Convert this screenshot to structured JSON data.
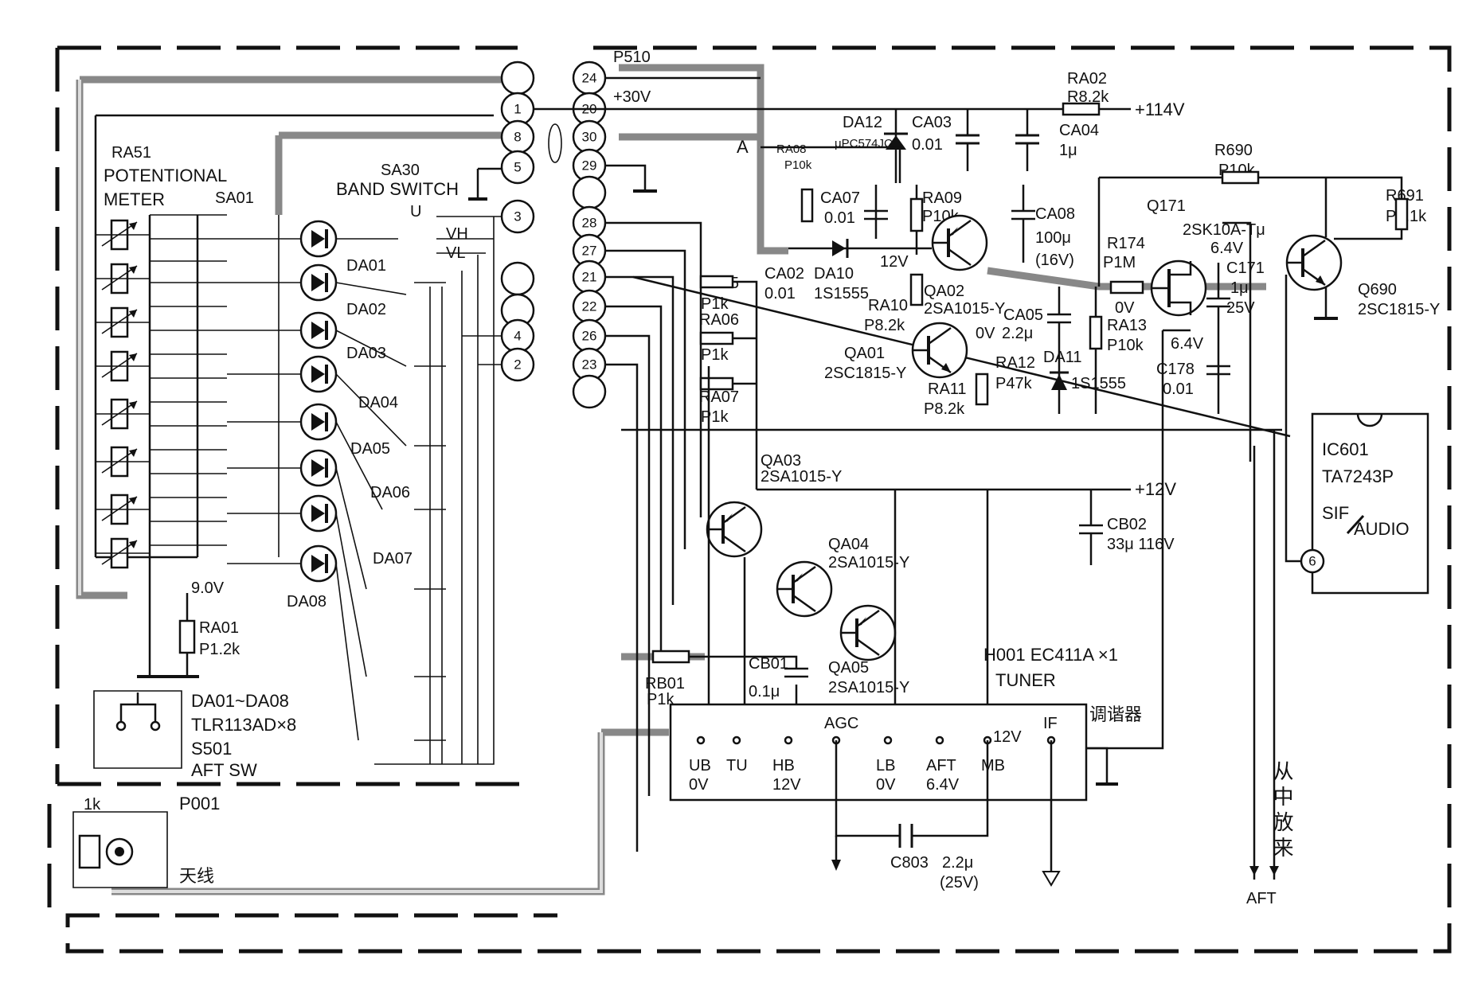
{
  "connector": {
    "name": "P510",
    "v30": "+30V",
    "pins_left": [
      "1",
      "8",
      "5",
      "3",
      "4",
      "2"
    ],
    "pins_right": [
      "24",
      "20",
      "30",
      "29",
      "28",
      "27",
      "21",
      "22",
      "26",
      "23"
    ]
  },
  "potentiometer": {
    "ref": "RA51",
    "line1": "POTENTIONAL",
    "line2": "METER"
  },
  "selector": {
    "ref": "SA01"
  },
  "band_switch": {
    "ref": "SA30",
    "label": "BAND SWITCH",
    "u": "U",
    "vh": "VH",
    "vl": "VL"
  },
  "leds": [
    "DA01",
    "DA02",
    "DA03",
    "DA04",
    "DA05",
    "DA06",
    "DA07",
    "DA08"
  ],
  "led_note": {
    "range": "DA01~DA08",
    "part": "TLR113AD×8"
  },
  "ra01": {
    "ref": "RA01",
    "value": "P1.2k",
    "voltage": "9.0V"
  },
  "aft_switch": {
    "ref": "S501",
    "label": "AFT SW"
  },
  "antenna": {
    "ref": "P001",
    "r": "1k",
    "label": "天线"
  },
  "supply": {
    "ra02_ref": "RA02",
    "ra02_val": "R8.2k",
    "v114": "+114V",
    "da12_ref": "DA12",
    "da12_part": "μPC574JC",
    "ca03_ref": "CA03",
    "ca03_val": "0.01",
    "ca04_ref": "CA04",
    "ca04_val": "1μ",
    "point_a": "A"
  },
  "vt": {
    "ra08_ref": "RA08",
    "ra08_val": "P10k",
    "ca07_ref": "CA07",
    "ca07_val": "0.01",
    "ra09_ref": "RA09",
    "ra09_val": "P10k",
    "ca08_ref": "CA08",
    "ca08_val": "100μ",
    "ca08_v": "(16V)",
    "v12": "12V",
    "ca02_ref": "CA02",
    "ca02_val": "0.01",
    "da10_ref": "DA10",
    "da10_part": "1S1555",
    "qa02_ref": "QA02",
    "qa02_part": "2SA1015-Y",
    "ra10_ref": "RA10",
    "ra10_val": "P8.2k",
    "qa01_ref": "QA01",
    "qa01_part": "2SC1815-Y",
    "ca05_ref": "CA05",
    "ca05_val": "2.2μ",
    "v0": "0V",
    "ra12_ref": "RA12",
    "ra12_val": "P47k",
    "ra11_ref": "RA11",
    "ra11_val": "P8.2k",
    "da11_ref": "DA11",
    "da11_part": "1S1555",
    "ra13_ref": "RA13",
    "ra13_val": "P10k"
  },
  "band_drivers": {
    "ra05_ref": "RA05",
    "ra05_val": "P1k",
    "ra06_ref": "RA06",
    "ra06_val": "P1k",
    "ra07_ref": "RA07",
    "ra07_val": "P1k",
    "qa03_ref": "QA03",
    "qa03_part": "2SA1015-Y",
    "qa04_ref": "QA04",
    "qa04_part": "2SA1015-Y",
    "qa05_ref": "QA05",
    "qa05_part": "2SA1015-Y",
    "v12": "+12V",
    "cb02_ref": "CB02",
    "cb02_val": "33μ 116V",
    "rb01_ref": "RB01",
    "rb01_val": "P1k",
    "cb01_ref": "CB01",
    "cb01_val": "0.1μ"
  },
  "aft_amp": {
    "r690_ref": "R690",
    "r690_val": "P10k",
    "q171_ref": "Q171",
    "q171_part": "2SK10A-Tμ",
    "q171_v": "6.4V",
    "r174_ref": "R174",
    "r174_val": "P1M",
    "v0": "0V",
    "c171_ref": "C171",
    "c171_val": "1μ",
    "c171_v": "25V",
    "c178_ref": "C178",
    "c178_val": "0.01",
    "v64": "6.4V",
    "r691_ref": "R691",
    "r691_val": "P5.1k",
    "q690_ref": "Q690",
    "q690_part": "2SC1815-Y"
  },
  "ic": {
    "ref": "IC601",
    "part": "TA7243P",
    "func1": "SIF",
    "func2": "AUDIO",
    "pin": "6"
  },
  "tuner": {
    "title": "H001 EC411A ×1",
    "label": "TUNER",
    "chinese": "调谐器",
    "pins": [
      {
        "name": "UB",
        "v": "0V"
      },
      {
        "name": "TU",
        "v": ""
      },
      {
        "name": "HB",
        "v": "12V"
      },
      {
        "name": "AGC",
        "v": ""
      },
      {
        "name": "LB",
        "v": "0V"
      },
      {
        "name": "AFT",
        "v": "6.4V"
      },
      {
        "name": "MB",
        "v": "12V"
      },
      {
        "name": "IF",
        "v": ""
      }
    ],
    "c803_ref": "C803",
    "c803_val": "2.2μ",
    "c803_v": "(25V)"
  },
  "from_if": {
    "text": "从中放来",
    "aft": "AFT"
  }
}
